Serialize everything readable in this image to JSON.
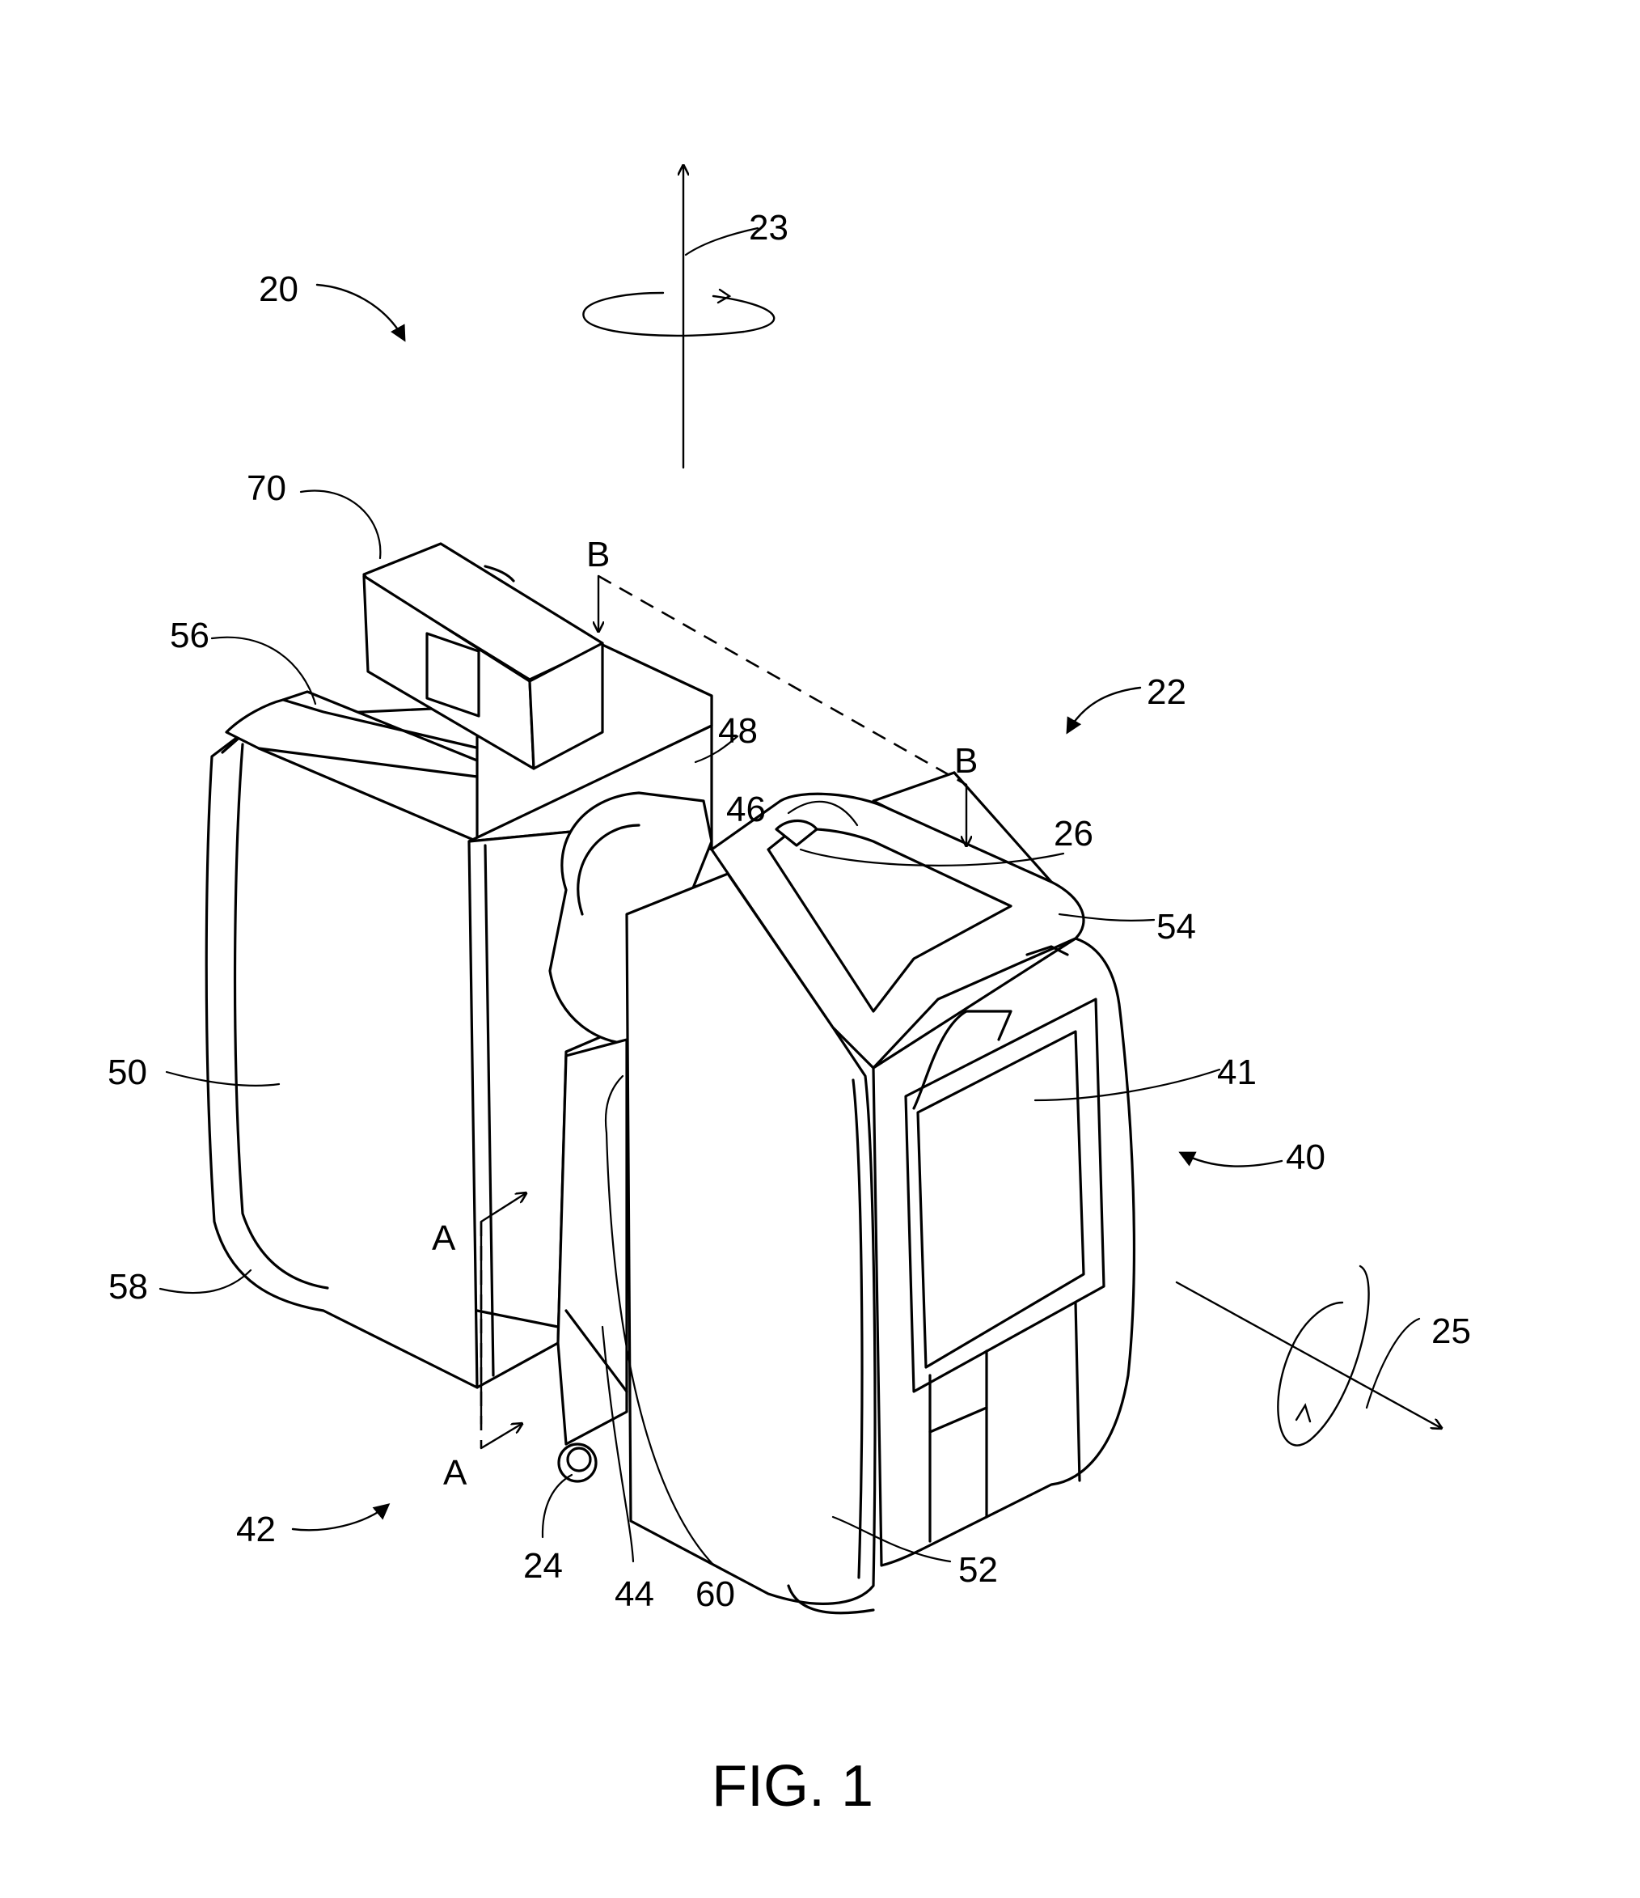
{
  "figure": {
    "caption": "FIG. 1",
    "labels": {
      "l20": "20",
      "l23": "23",
      "l70": "70",
      "lB1": "B",
      "lB2": "B",
      "l56": "56",
      "l48": "48",
      "l22": "22",
      "l46": "46",
      "l26": "26",
      "l54": "54",
      "l50": "50",
      "l41": "41",
      "l40": "40",
      "lA1": "A",
      "lA2": "A",
      "l58": "58",
      "l25": "25",
      "l42": "42",
      "l24": "24",
      "l44": "44",
      "l60": "60",
      "l52": "52"
    }
  }
}
